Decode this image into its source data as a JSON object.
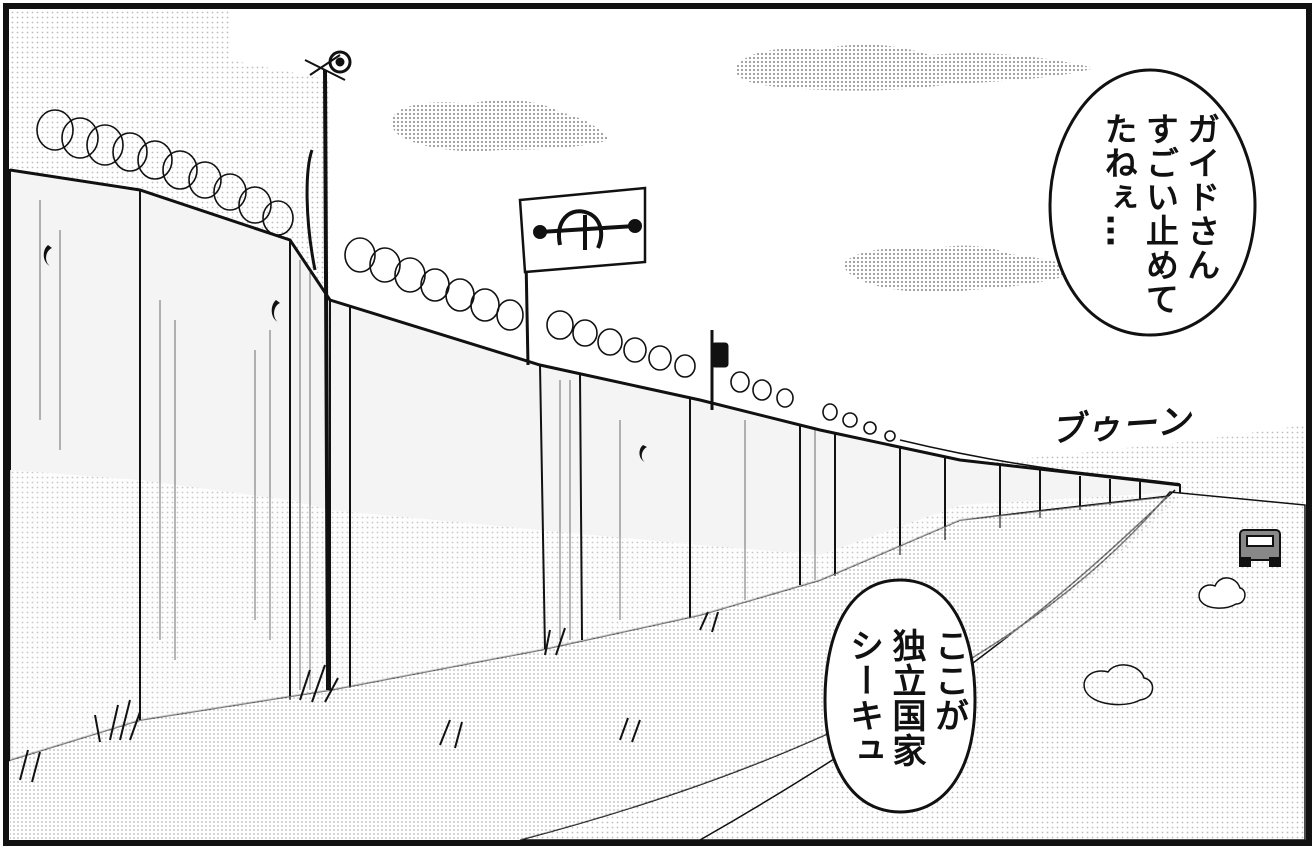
{
  "bubble_top_right": {
    "text": "ガイドさん\nすごい止めて\nたねぇ…"
  },
  "bubble_bottom": {
    "text": "ここが\n独立国家\nシーキュ"
  },
  "sound_effect": {
    "text": "ブゥーン"
  },
  "colors": {
    "ink": "#111111",
    "paper": "#ffffff",
    "screentone_gray": "#cfcfcf",
    "wall_gray": "#e8e8e8",
    "road_gray": "#d9d9d9"
  },
  "icons": {
    "flag_emblem": "crescent-emblem-icon"
  }
}
